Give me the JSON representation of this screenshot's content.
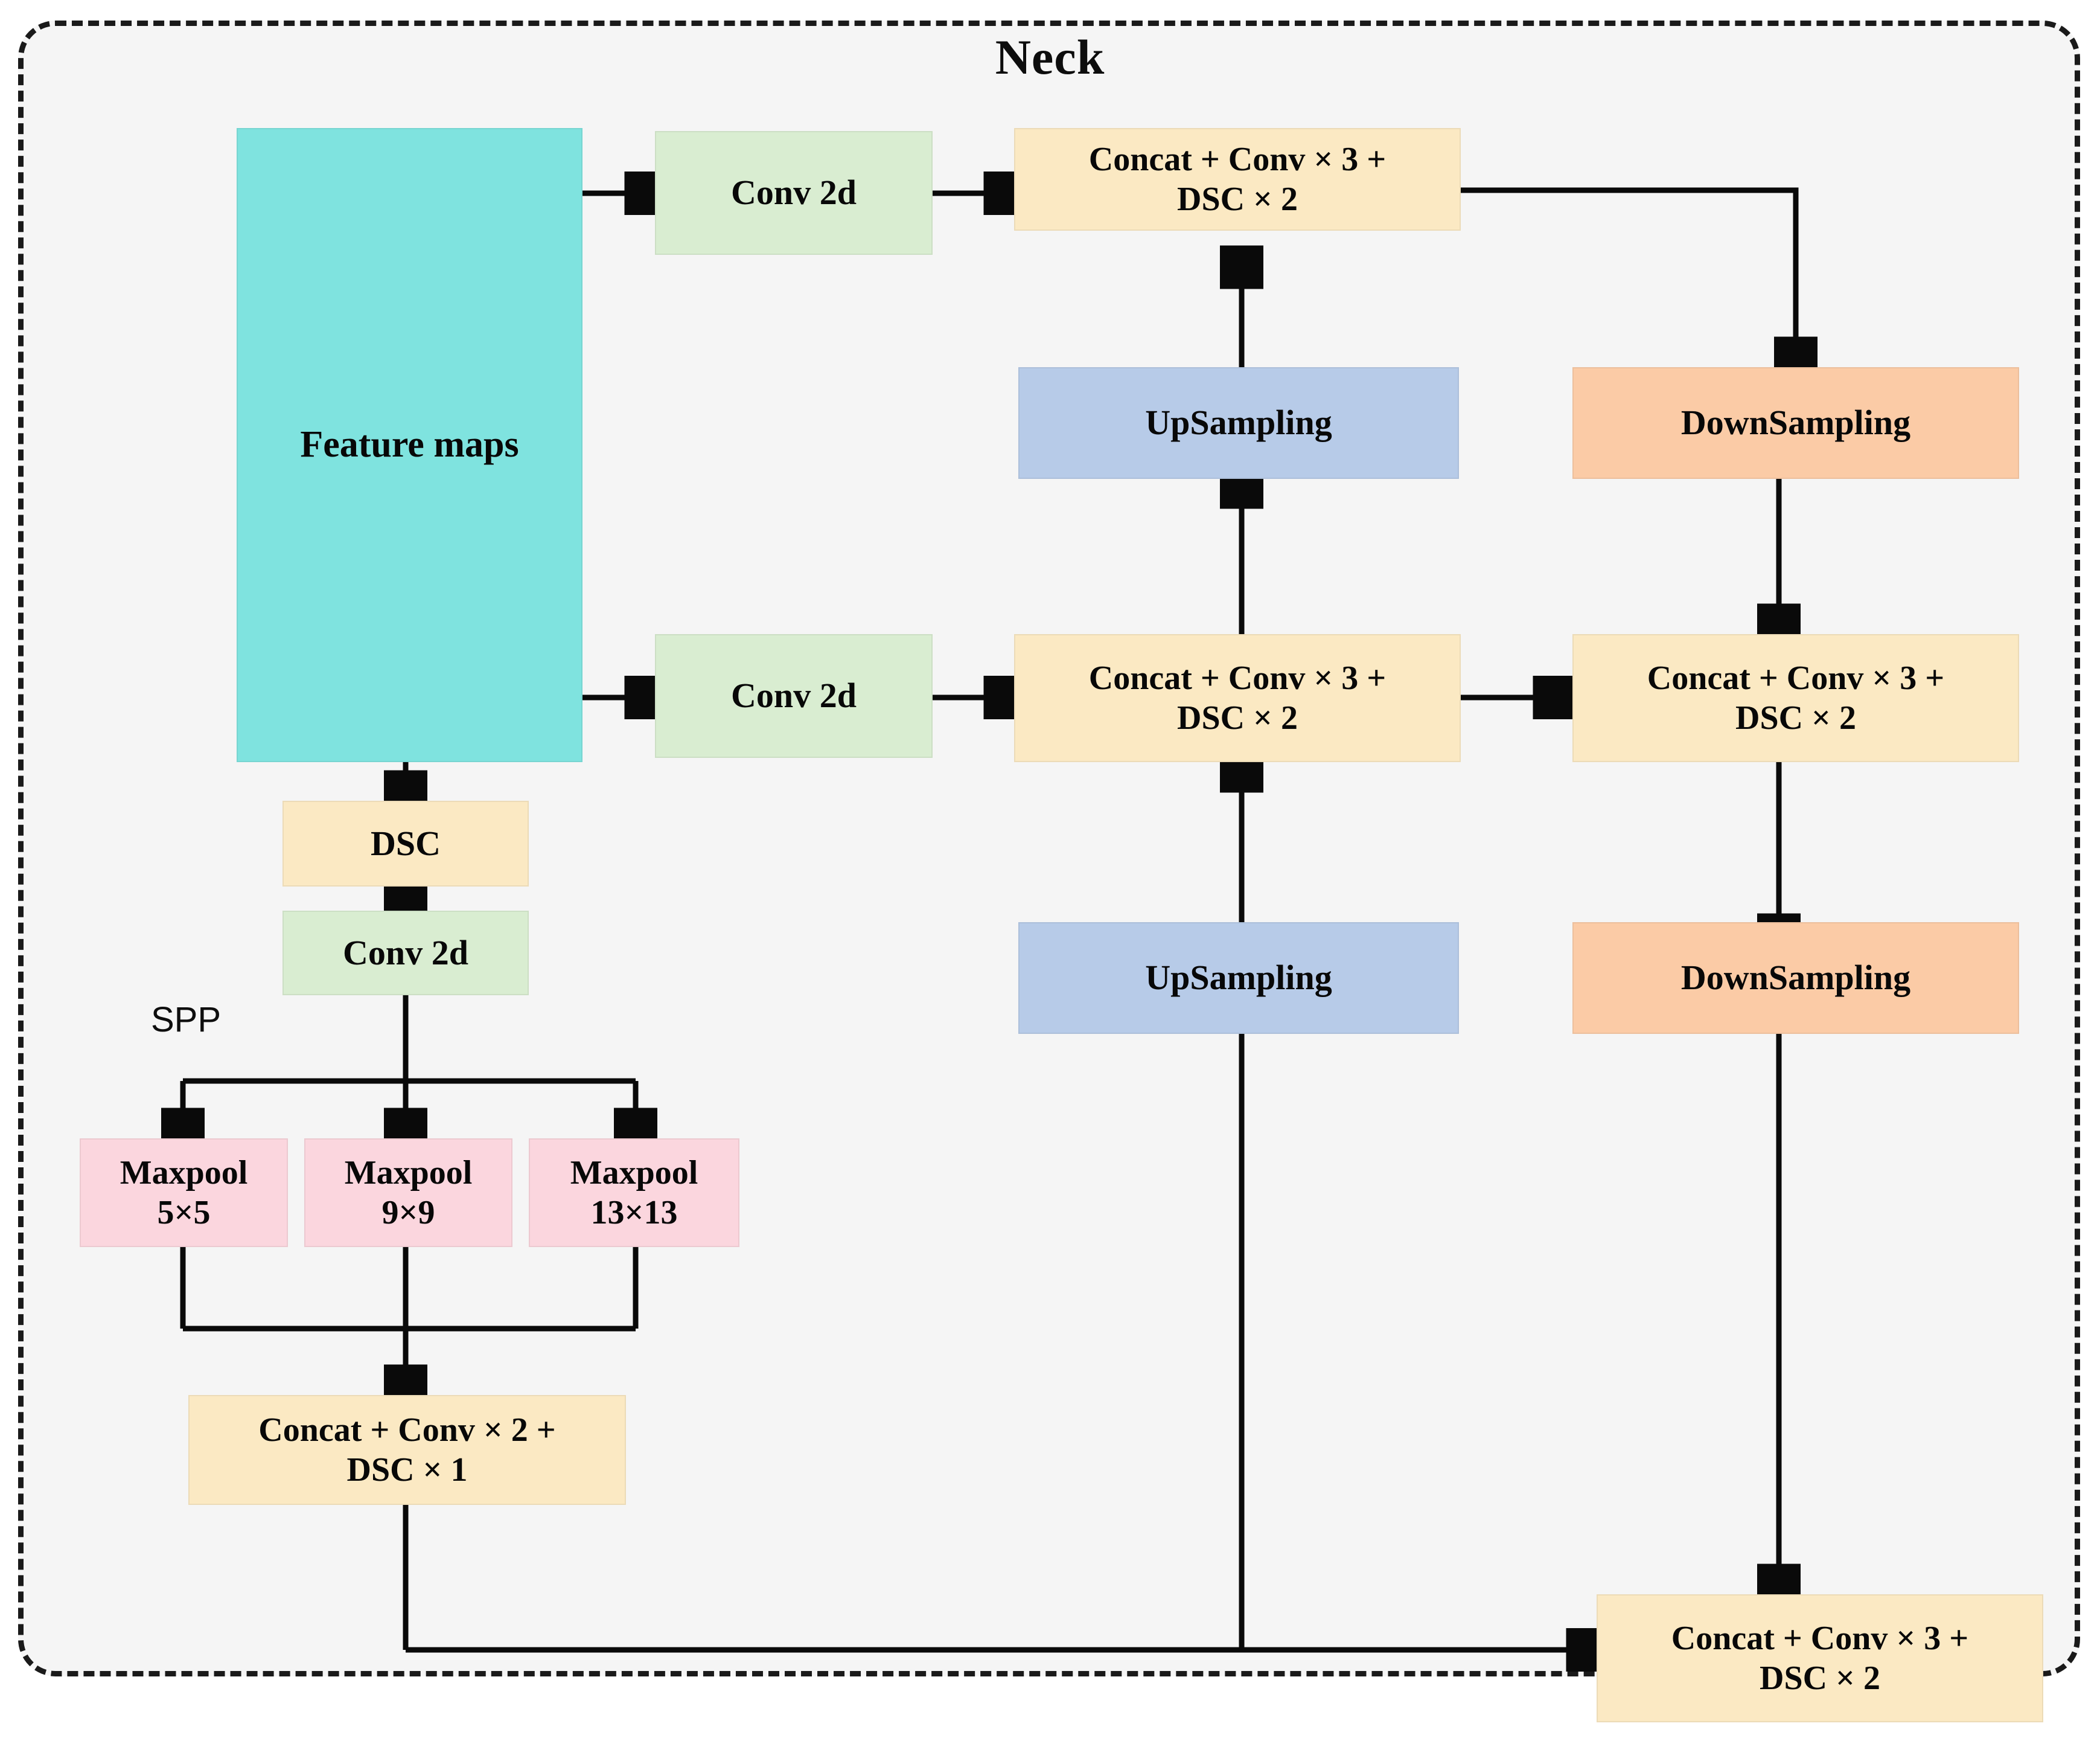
{
  "diagram": {
    "title": "Neck",
    "spp_label": "SPP",
    "colors": {
      "background": "#f5f5f5",
      "border": "#1a1a1a",
      "feature_maps": "#7fe3df",
      "conv": "#d9edd1",
      "concat": "#fbe9c3",
      "upsampling": "#b7cbe8",
      "downsampling": "#fbcba6",
      "maxpool": "#fbd6de",
      "wire": "#0a0a0a"
    },
    "nodes": {
      "feature_maps": "Feature maps",
      "conv_top": "Conv 2d",
      "conv_mid": "Conv 2d",
      "conv_spp": "Conv 2d",
      "dsc": "DSC",
      "concat_top": "Concat + Conv × 3 +\nDSC × 2",
      "concat_mid_left": "Concat + Conv × 3 +\nDSC × 2",
      "concat_mid_right": "Concat + Conv × 3 +\nDSC × 2",
      "concat_bottom_right": "Concat + Conv × 3 +\nDSC × 2",
      "concat_spp": "Concat + Conv × 2 +\nDSC × 1",
      "upsampling_top": "UpSampling",
      "upsampling_bottom": "UpSampling",
      "downsampling_top": "DownSampling",
      "downsampling_bottom": "DownSampling",
      "maxpool_5": "Maxpool\n5×5",
      "maxpool_9": "Maxpool\n9×9",
      "maxpool_13": "Maxpool\n13×13"
    }
  }
}
